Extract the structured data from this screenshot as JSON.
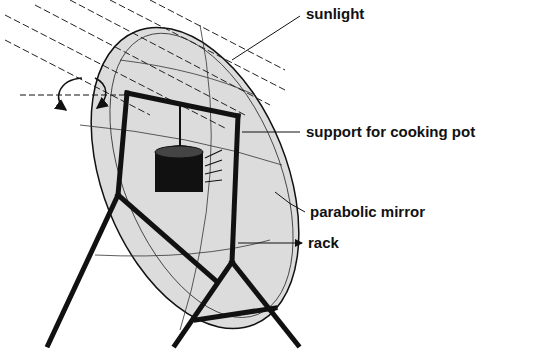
{
  "diagram": {
    "labels": [
      "sunlight",
      "support for cooking pot",
      "parabolic mirror",
      "rack"
    ]
  }
}
